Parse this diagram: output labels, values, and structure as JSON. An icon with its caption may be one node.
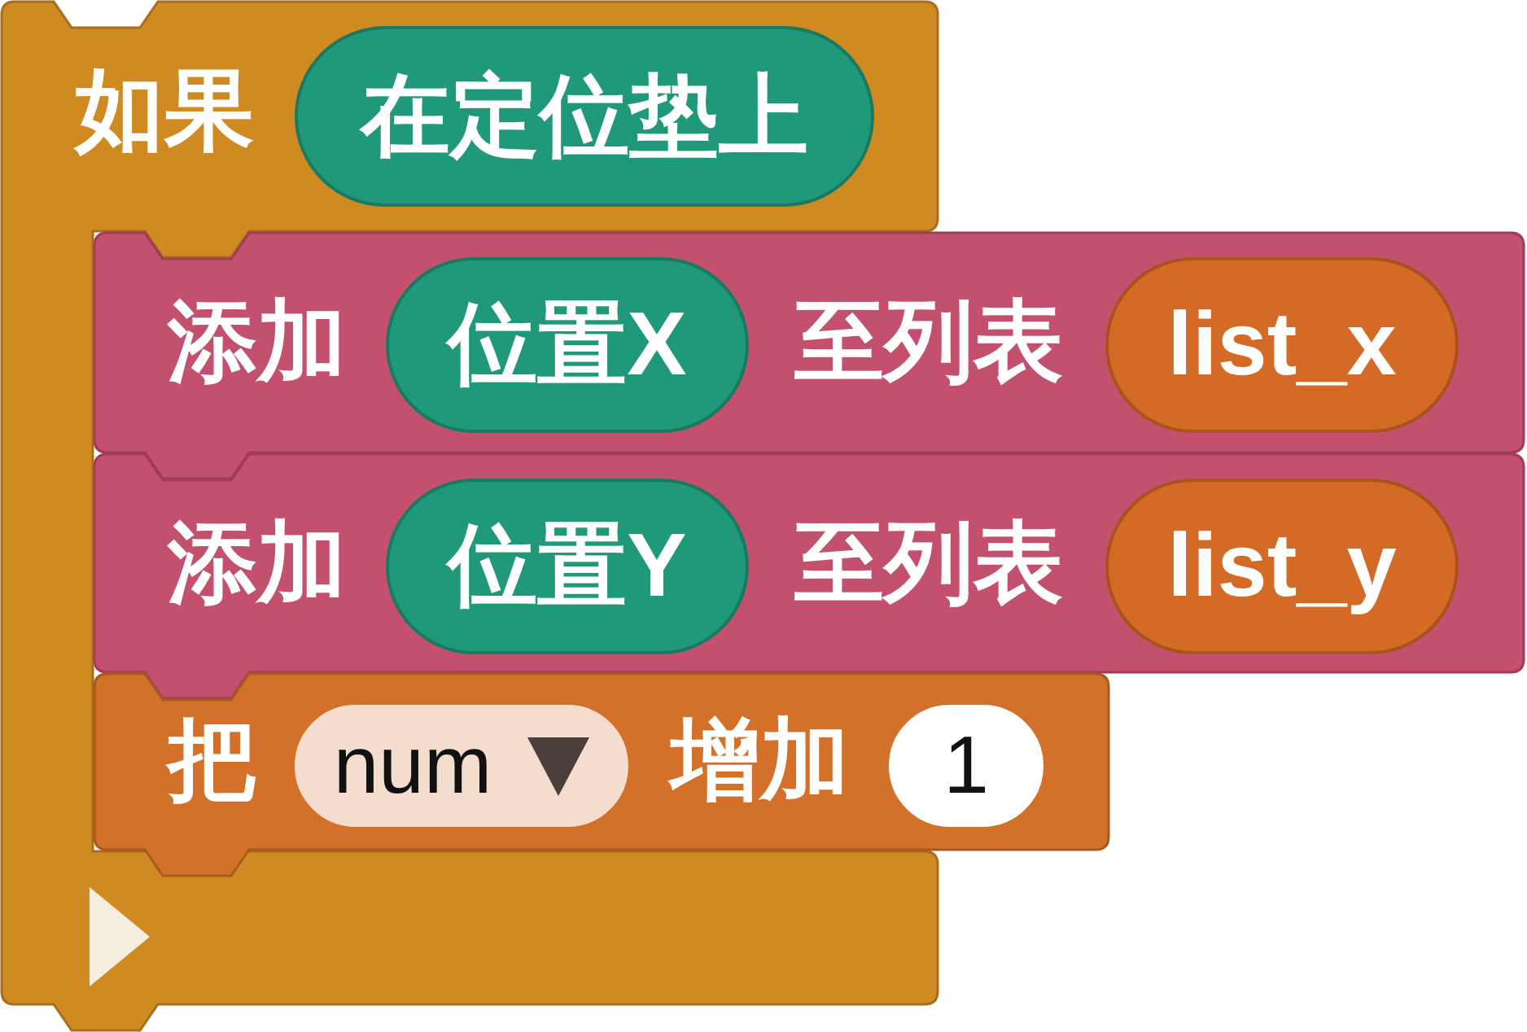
{
  "diagram": {
    "nodes": [
      {
        "text": [
          "如果"
        ]
      },
      {
        "text": [
          "在定位垫上"
        ],
        "in": 0
      },
      {
        "text": [
          "添加",
          "至列表"
        ]
      },
      {
        "text": [
          "位置X"
        ],
        "in": 2
      },
      {
        "text": [
          "list_x"
        ],
        "in": 2
      },
      {
        "text": [
          "添加",
          "至列表"
        ]
      },
      {
        "text": [
          "位置Y"
        ],
        "in": 5
      },
      {
        "text": [
          "list_y"
        ],
        "in": 5
      },
      {
        "text": [
          "把",
          "增加"
        ]
      },
      {
        "text": [
          "num"
        ],
        "in": 8
      },
      {
        "text": [
          "1"
        ],
        "in": 8
      }
    ]
  }
}
